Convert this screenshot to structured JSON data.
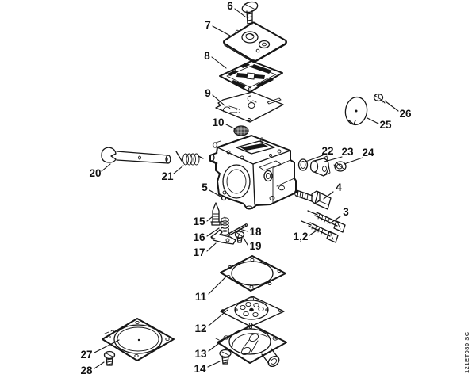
{
  "drawing_code": "121ET080 SC",
  "colors": {
    "ink": "#161616",
    "background": "#ffffff"
  },
  "callouts": {
    "n1_2": "1,2",
    "n3": "3",
    "n4": "4",
    "n5": "5",
    "n6": "6",
    "n7": "7",
    "n8": "8",
    "n9": "9",
    "n10": "10",
    "n11": "11",
    "n12": "12",
    "n13": "13",
    "n14": "14",
    "n15": "15",
    "n16": "16",
    "n17": "17",
    "n18": "18",
    "n19": "19",
    "n20": "20",
    "n21": "21",
    "n22": "22",
    "n23": "23",
    "n24": "24",
    "n25": "25",
    "n26": "26",
    "n27": "27",
    "n28": "28"
  }
}
